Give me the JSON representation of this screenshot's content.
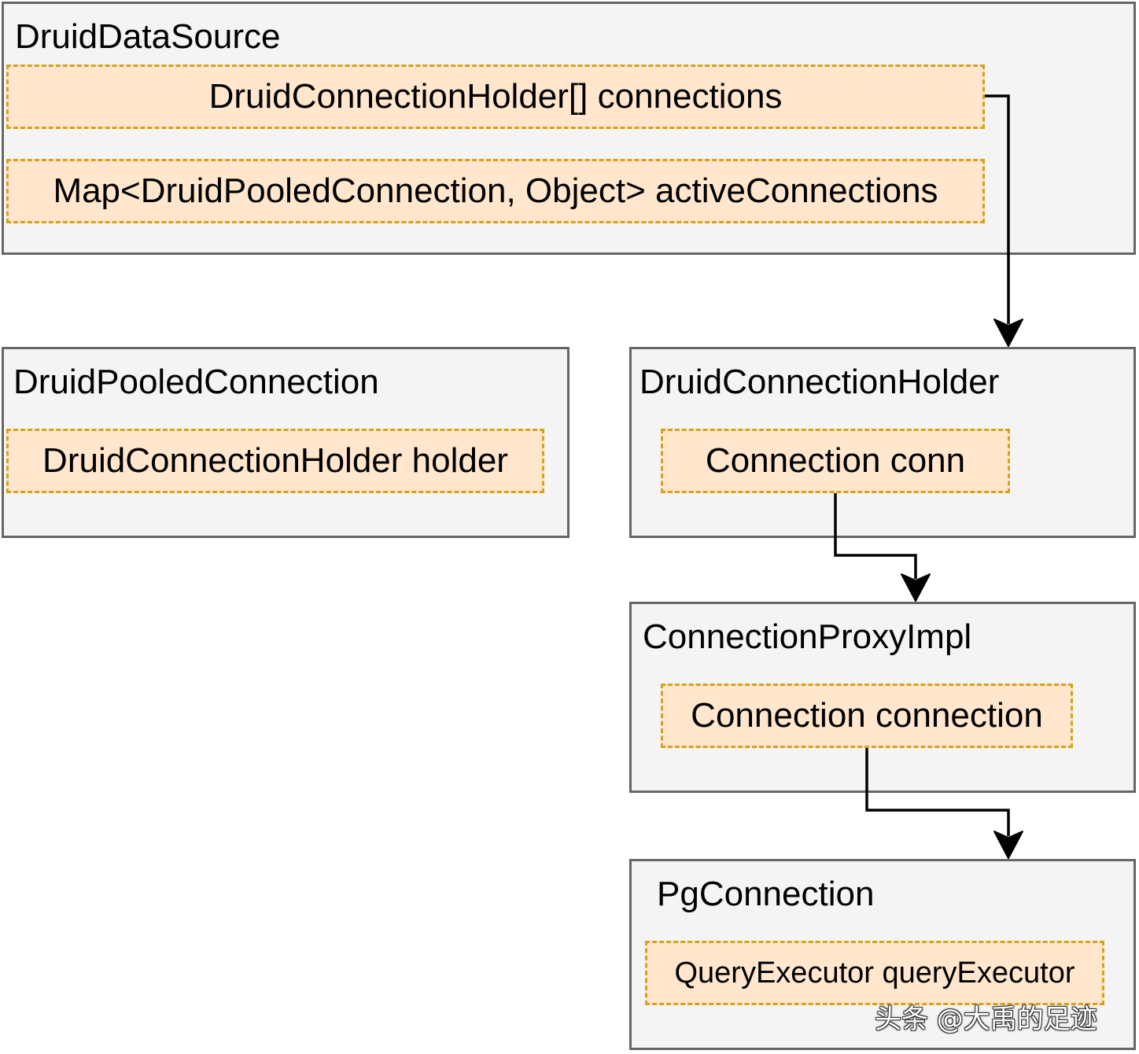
{
  "druid_data_source": {
    "title": "DruidDataSource",
    "fields": [
      "DruidConnectionHolder[] connections",
      "Map<DruidPooledConnection, Object> activeConnections"
    ]
  },
  "druid_pooled_connection": {
    "title": "DruidPooledConnection",
    "field": "DruidConnectionHolder holder"
  },
  "druid_connection_holder": {
    "title": "DruidConnectionHolder",
    "field": "Connection conn"
  },
  "connection_proxy_impl": {
    "title": "ConnectionProxyImpl",
    "field": "Connection connection"
  },
  "pg_connection": {
    "title": "PgConnection",
    "field": "QueryExecutor queryExecutor"
  },
  "watermark": "头条 @大禹的足迹",
  "colors": {
    "class_fill": "#f4f4f4",
    "class_border": "#666666",
    "field_fill": "#ffe6cc",
    "field_border": "#d6a21e",
    "arrow": "#000000"
  }
}
